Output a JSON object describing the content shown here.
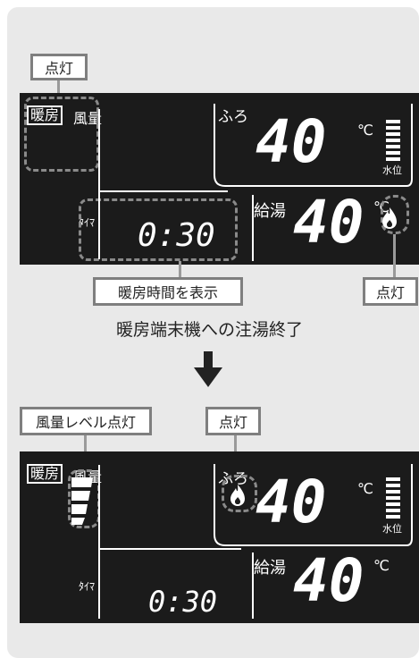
{
  "top": {
    "callout_lamp": "点灯",
    "mode_label": "暖房",
    "fan_label": "風量",
    "bath_label": "ふろ",
    "bath_temp": "40",
    "celsius": "℃",
    "water_level_label": "水位",
    "timer_label": "ﾀｲﾏ",
    "timer_value": "0:30",
    "supply_label": "給湯",
    "supply_temp": "40",
    "callout_heating_time": "暖房時間を表示",
    "callout_lamp_right": "点灯"
  },
  "transition_caption": "暖房端末機への注湯終了",
  "bottom": {
    "callout_fan_level": "風量レベル点灯",
    "callout_lamp": "点灯",
    "mode_label": "暖房",
    "fan_label": "風量",
    "bath_label": "ふろ",
    "bath_temp": "40",
    "celsius": "℃",
    "water_level_label": "水位",
    "timer_label": "ﾀｲﾏ",
    "timer_value": "0:30",
    "supply_label": "給湯",
    "supply_temp": "40"
  },
  "icons": [
    "flame-icon",
    "down-arrow-icon",
    "water-level-bars-icon",
    "fan-level-bars-icon"
  ]
}
